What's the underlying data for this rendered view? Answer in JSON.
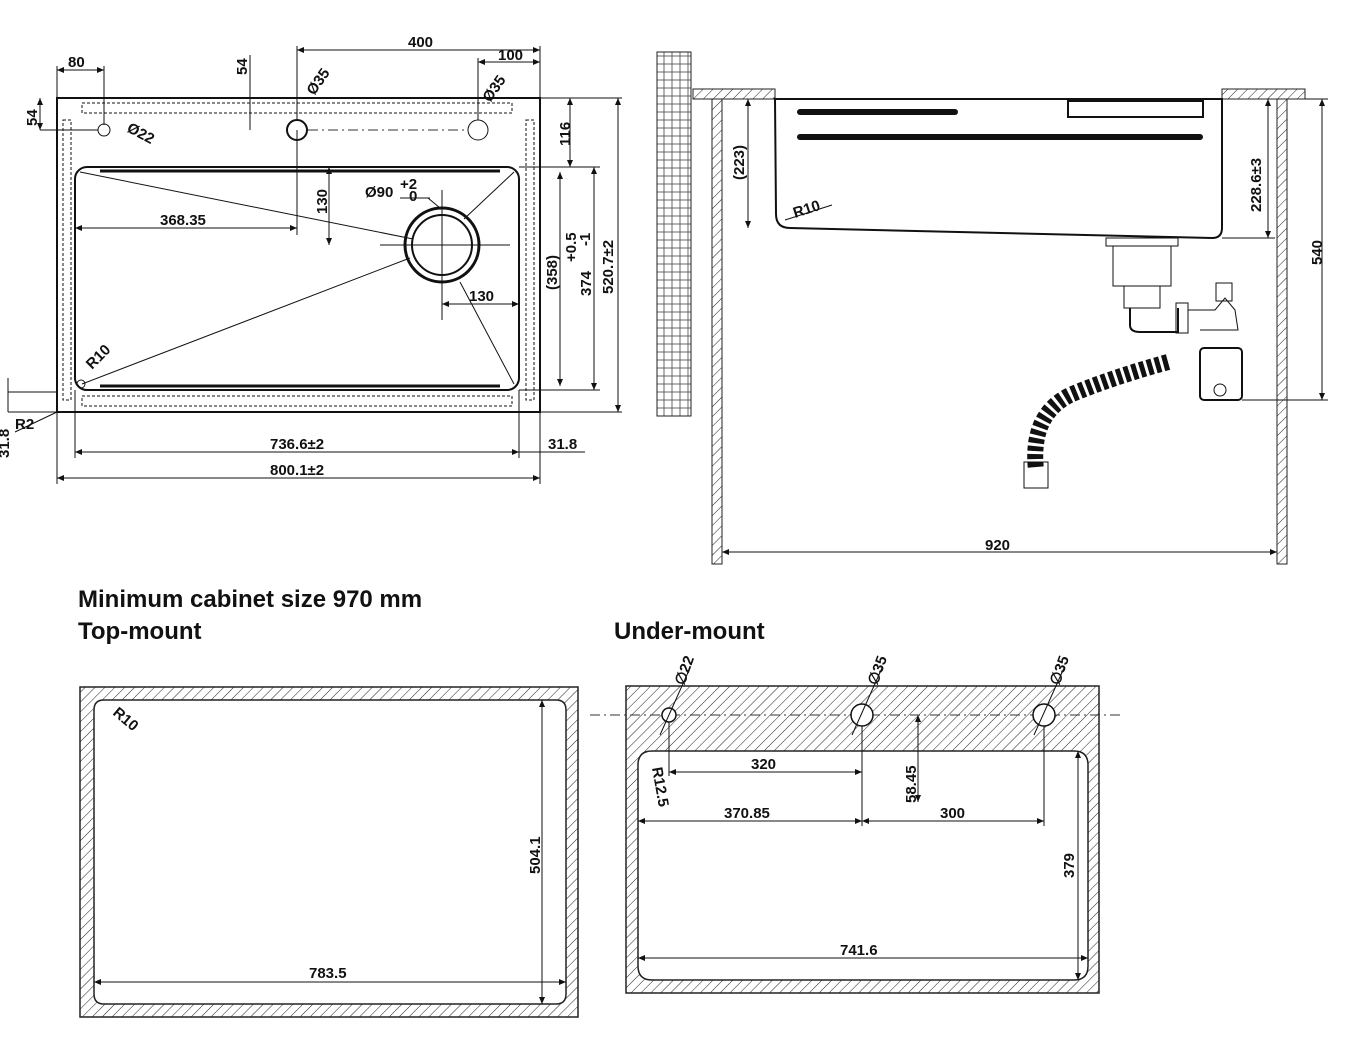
{
  "headings": {
    "cabinet": "Minimum cabinet size 970 mm",
    "top_mount": "Top-mount",
    "under_mount": "Under-mount"
  },
  "top_view": {
    "d80": "80",
    "d400": "400",
    "d100": "100",
    "d54_top": "54",
    "d54_left": "54",
    "d_phi35_a": "Ø35",
    "d_phi35_b": "Ø35",
    "d_phi22": "Ø22",
    "d116": "116",
    "d130_v": "130",
    "d_phi90": "Ø90",
    "d_phi90_tol_up": "+2",
    "d_phi90_tol_dn": "0",
    "d368": "368.35",
    "d130_h": "130",
    "d358": "(358)",
    "d374": "374",
    "d374_tol": "+0.5",
    "d374_tol2": "-1",
    "d520": "520.7±2",
    "r10": "R10",
    "r2": "R2",
    "d318_left": "31.8",
    "d736": "736.6±2",
    "d318_right": "31.8",
    "d800": "800.1±2"
  },
  "side_view": {
    "d223": "(223)",
    "r10": "R10",
    "d228": "228.6±3",
    "d540": "540",
    "d920": "920"
  },
  "top_mount": {
    "r10": "R10",
    "d504": "504.1",
    "d783": "783.5"
  },
  "under_mount": {
    "phi22": "∅22",
    "phi35_a": "∅35",
    "phi35_b": "∅35",
    "r125": "R12.5",
    "d320": "320",
    "d5845": "58.45",
    "d370": "370.85",
    "d300": "300",
    "d379": "379",
    "d741": "741.6"
  }
}
